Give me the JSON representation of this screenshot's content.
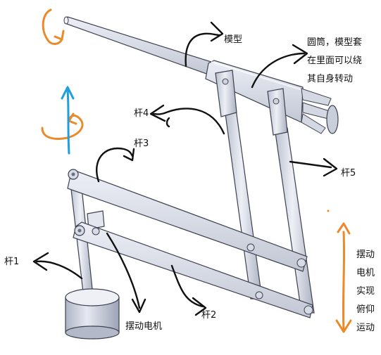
{
  "labels": {
    "model": "模型",
    "rod1": "杆1",
    "rod2": "杆2",
    "rod3": "杆3",
    "rod4": "杆4",
    "rod5": "杆5",
    "motor": "摆动电机"
  },
  "note_cylinder": [
    "圆筒，模型套",
    "在里面可以绕",
    "其自身转动"
  ],
  "note_pitch": [
    "摆动",
    "电机",
    "实现",
    "俯仰",
    "运动"
  ],
  "colors": {
    "part_fill": "#dfe3ef",
    "part_stroke": "#3d4150",
    "arrow_black": "#111111",
    "arrow_orange": "#ea8a2a",
    "arrow_blue": "#1d9fe0"
  }
}
